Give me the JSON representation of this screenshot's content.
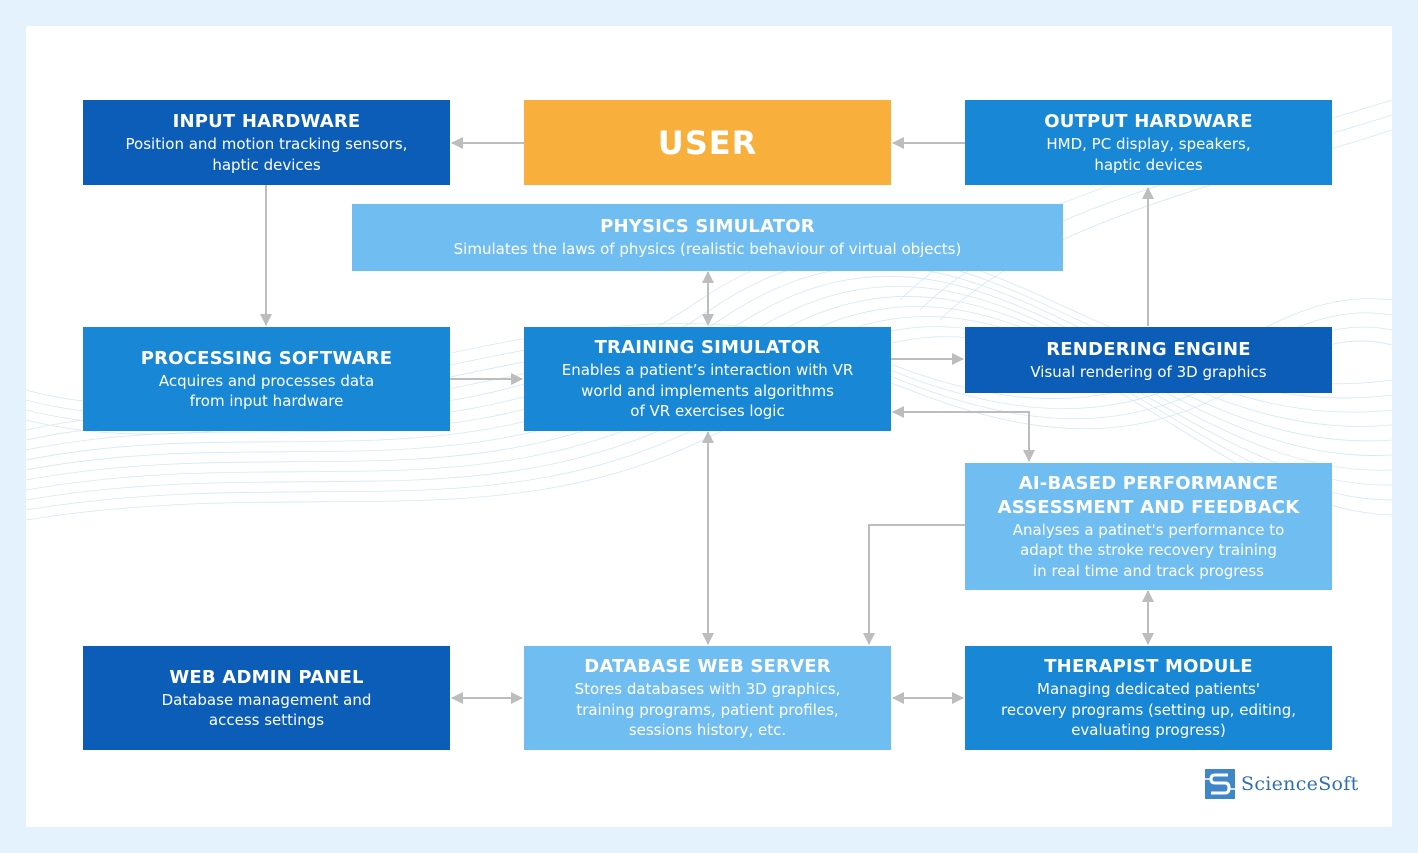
{
  "user": {
    "title": "USER"
  },
  "input_hardware": {
    "title": "INPUT HARDWARE",
    "lines": [
      "Position and motion tracking sensors,",
      "haptic devices"
    ]
  },
  "output_hardware": {
    "title": "OUTPUT HARDWARE",
    "lines": [
      "HMD, PC display, speakers,",
      "haptic devices"
    ]
  },
  "physics_simulator": {
    "title": "PHYSICS SIMULATOR",
    "lines": [
      "Simulates the laws of physics (realistic behaviour of virtual objects)"
    ]
  },
  "processing_software": {
    "title": "PROCESSING SOFTWARE",
    "lines": [
      "Acquires and processes data",
      "from input hardware"
    ]
  },
  "training_simulator": {
    "title": "TRAINING SIMULATOR",
    "lines": [
      "Enables a patient’s interaction with VR",
      "world and implements algorithms",
      "of VR exercises logic"
    ]
  },
  "rendering_engine": {
    "title": "RENDERING ENGINE",
    "lines": [
      "Visual rendering of 3D graphics"
    ]
  },
  "ai_assessment": {
    "title_lines": [
      "AI-BASED PERFORMANCE",
      "ASSESSMENT AND FEEDBACK"
    ],
    "lines": [
      "Analyses a patinet's performance to",
      "adapt the stroke recovery training",
      "in real time and track progress"
    ]
  },
  "web_admin_panel": {
    "title": "WEB ADMIN PANEL",
    "lines": [
      "Database management and",
      "access settings"
    ]
  },
  "database_web_server": {
    "title": "DATABASE WEB SERVER",
    "lines": [
      "Stores databases with 3D graphics,",
      "training programs, patient profiles,",
      "sessions history, etc."
    ]
  },
  "therapist_module": {
    "title": "THERAPIST MODULE",
    "lines": [
      "Managing dedicated patients'",
      "recovery programs (setting up, editing,",
      "evaluating progress)"
    ]
  },
  "logo": {
    "name": "ScienceSoft"
  },
  "colors": {
    "dark_blue": "#0b5db8",
    "mid_blue": "#1887d6",
    "light_blue": "#70bdf2",
    "orange": "#f8af3c",
    "arrow": "#bdbdbd"
  }
}
